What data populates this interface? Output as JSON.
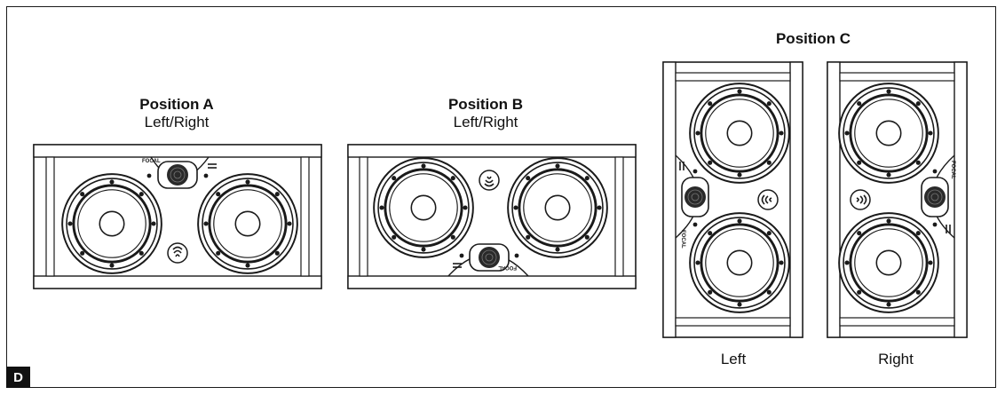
{
  "figure_label": "D",
  "positions": [
    {
      "title": "Position A",
      "subtitle": "Left/Right"
    },
    {
      "title": "Position B",
      "subtitle": "Left/Right"
    },
    {
      "title": "Position C",
      "left_label": "Left",
      "right_label": "Right"
    }
  ],
  "brand_marks": [
    "FOCAL",
    "FOCAL",
    "FOCAL",
    "FOCAL"
  ],
  "colors": {
    "line": "#1a1a1a",
    "tweeter": "#2a2a2a",
    "background": "#ffffff"
  }
}
